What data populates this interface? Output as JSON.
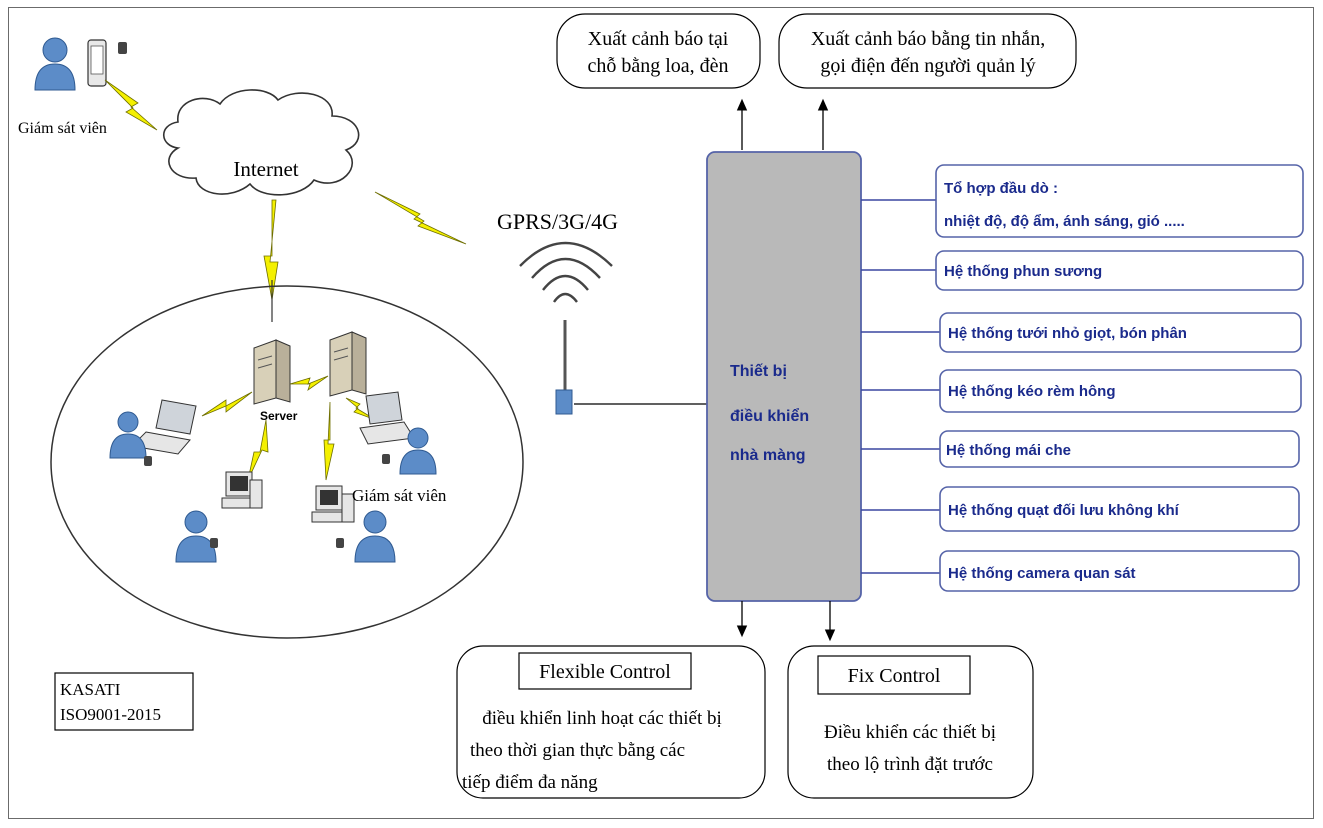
{
  "header": {
    "alert_local_line1": "Xuất cảnh báo tại",
    "alert_local_line2": "chỗ bằng loa, đèn",
    "alert_sms_line1": "Xuất cảnh báo bằng tin nhắn,",
    "alert_sms_line2": "gọi điện đến người  quản lý"
  },
  "network": {
    "top_supervisor": "Giám sát viên",
    "internet": "Internet",
    "gprs": "GPRS/3G/4G",
    "server": "Server",
    "lan_supervisor": "Giám sát viên"
  },
  "controller": {
    "line1": "Thiết bị",
    "line2": "điều khiển",
    "line3": "nhà màng"
  },
  "systems": [
    {
      "line1": "Tổ  hợp đầu dò :",
      "line2": "nhiệt độ, độ ẩm, ánh sáng, gió ....."
    },
    {
      "label": "Hệ thống phun sương"
    },
    {
      "label": "Hệ thống tưới nhỏ giọt, bón phân"
    },
    {
      "label": "Hệ thống kéo rèm hông"
    },
    {
      "label": "Hệ thống mái che"
    },
    {
      "label": "Hệ thống quạt đối lưu không khí"
    },
    {
      "label": "Hệ thống camera quan sát"
    }
  ],
  "flexible": {
    "title": "Flexible Control",
    "line1": "điều khiển linh hoạt các thiết bị",
    "line2": "theo thời gian thực bằng các",
    "line3": "tiếp điểm đa năng"
  },
  "fix": {
    "title": "Fix Control",
    "line1": "Điều khiển các thiết bị",
    "line2": "theo lộ trình đặt trước"
  },
  "cert": {
    "line1": "KASATI",
    "line2": "ISO9001-2015"
  },
  "colors": {
    "system_text": "#1a2a8c",
    "box_border": "#5563a8",
    "controller_fill": "#b9b9b9",
    "bolt": "#f4f000",
    "person": "#5c8cc8"
  }
}
